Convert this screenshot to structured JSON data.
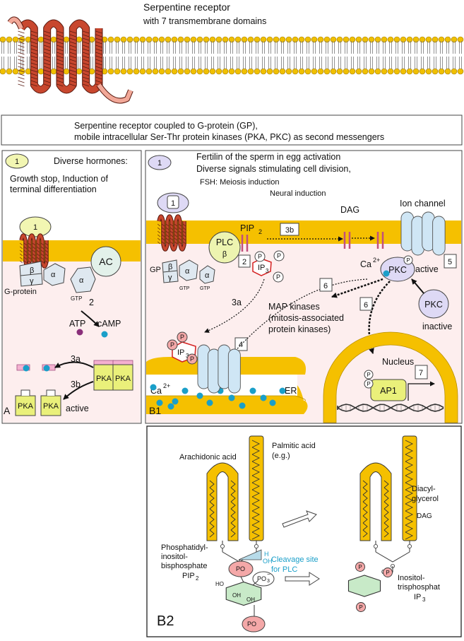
{
  "header": {
    "title_line1": "Serpentine receptor",
    "title_line2": "with 7 transmembrane domains"
  },
  "caption": {
    "line1": "Serpentine receptor coupled to G-protein (GP),",
    "line2": "mobile intracellular Ser-Thr protein kinases (PKA, PKC) as second messengers"
  },
  "panel_a": {
    "panel_label": "A",
    "badge": "1",
    "diverse_hormones": "Diverse hormones:",
    "effect_line1": "Growth stop, Induction of",
    "effect_line2": "terminal differentiation",
    "receptor_badge": "1",
    "ac": "AC",
    "alpha": "α",
    "beta": "β",
    "gamma": "γ",
    "gtp": "GTP",
    "gprotein": "G-protein",
    "step2": "2",
    "atp": "ATP",
    "camp": "cAMP",
    "step3a": "3a",
    "step3b": "3b",
    "pka": "PKA",
    "active": "active"
  },
  "panel_b1": {
    "panel_label": "B1",
    "badge": "1",
    "signal_line1": "Fertilin of the sperm in egg activation",
    "signal_line2": "Diverse signals stimulating cell division,",
    "signal_line3": "FSH: Meiosis induction",
    "signal_line4": "Neural induction",
    "receptor_badge": "1",
    "gp": "GP",
    "gtp": "GTP",
    "plc": "PLC",
    "beta": "β",
    "alpha": "α",
    "gamma": "γ",
    "step2": "2",
    "step3a": "3a",
    "step3b": "3b",
    "step4": "4",
    "step5": "5",
    "step6": "6",
    "step7": "7",
    "pip": "PIP",
    "pip_sub": "2",
    "dag": "DAG",
    "ip": "IP",
    "ip_sub": "3",
    "p": "P",
    "ion_channel": "Ion channel",
    "ca": "Ca",
    "ca_sup": "2+",
    "pkc": "PKC",
    "active": "active",
    "inactive": "inactive",
    "map_line1": "MAP kinases",
    "map_line2": "(mitosis-associated",
    "map_line3": "protein kinases)",
    "nucleus": "Nucleus",
    "ap1": "AP1",
    "er": "ER"
  },
  "panel_b2": {
    "panel_label": "B2",
    "arachidonic": "Arachidonic acid",
    "palmitic_line1": "Palmitic acid",
    "palmitic_line2": "(e.g.)",
    "pip2_line1": "Phosphatidyl-",
    "pip2_line2": "inositol-",
    "pip2_line3": "bisphosphate",
    "pip2_line4": "PIP",
    "pip2_sub": "2",
    "cleavage_line1": "Cleavage site",
    "cleavage_line2": "for PLC",
    "h": "H",
    "oh": "OH",
    "po": "PO",
    "po_sub": "3",
    "minus": "−",
    "diacyl_line1": "Diacyl-",
    "diacyl_line2": "glycerol",
    "dag": "DAG",
    "inositol_line1": "Inositol-",
    "inositol_line2": "trisphosphat",
    "ip3": "IP",
    "ip3_sub": "3",
    "p": "P",
    "o": "O",
    "ho": "HO"
  },
  "colors": {
    "membrane": "#f5c000",
    "lipid_head": "#f0c000",
    "receptor": "#c8472e",
    "cytoplasm": "#fdeeee",
    "gprotein": "#dfe8f0",
    "plc": "#edf4b0",
    "pkc": "#ded9f5",
    "pka": "#eaf07a",
    "ion": "#cfe6f5",
    "calcium": "#1a9fc9",
    "ip3_outline": "#d42020",
    "pink": "#f4a8a8"
  }
}
